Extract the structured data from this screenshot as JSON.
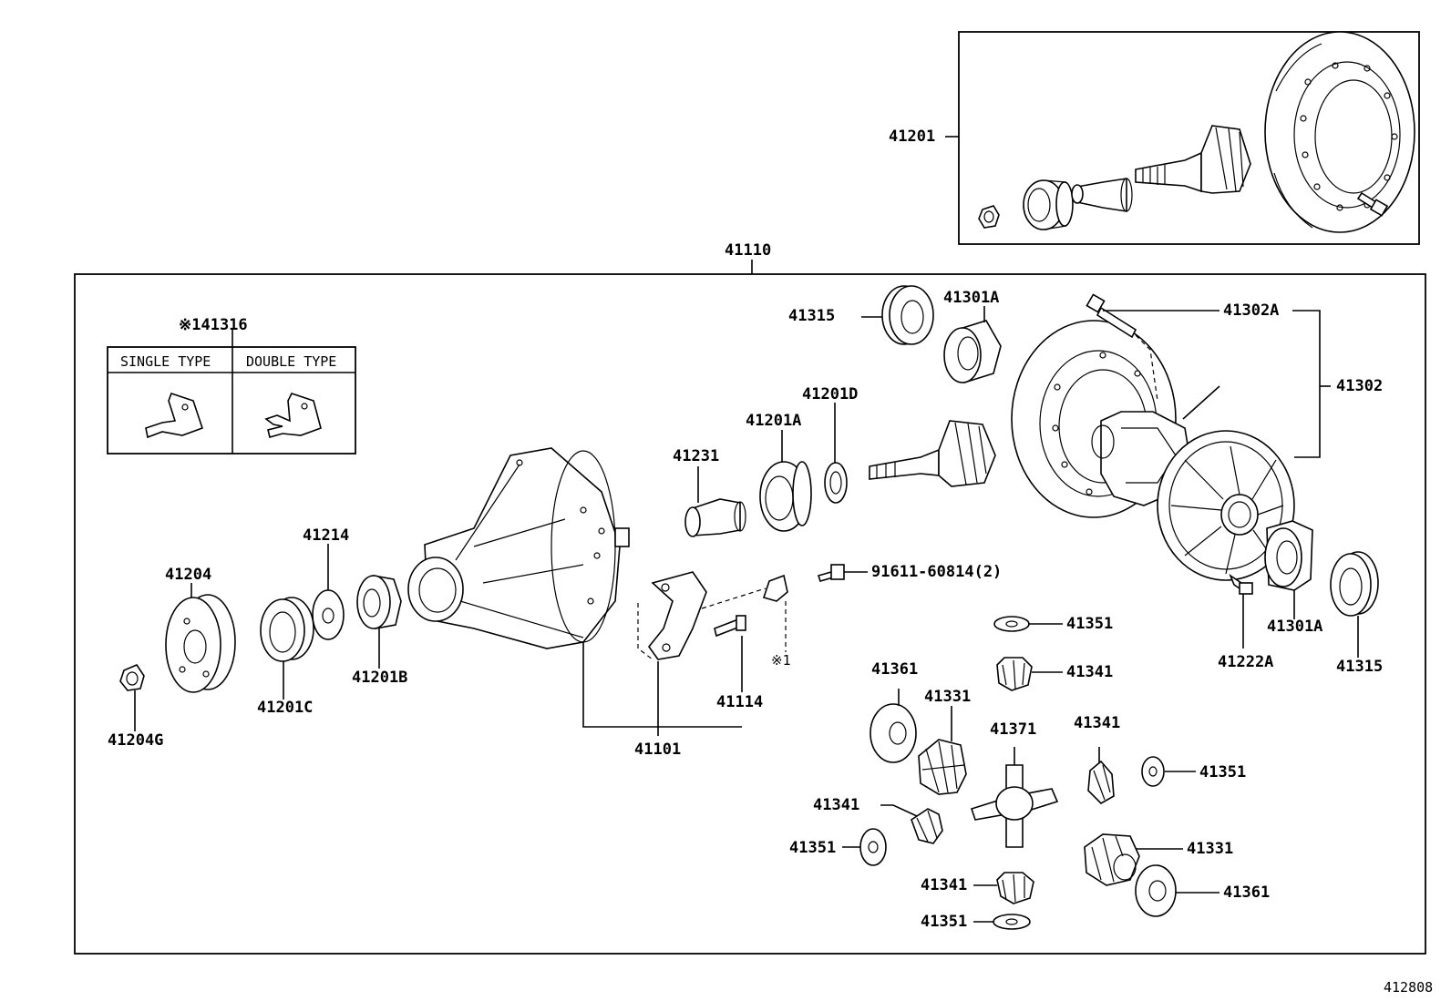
{
  "labels": {
    "l41201": "41201",
    "l41110": "41110",
    "l41316": "※141316",
    "single_type": "SINGLE TYPE",
    "double_type": "DOUBLE TYPE",
    "l41315_top": "41315",
    "l41301A_top": "41301A",
    "l41302A": "41302A",
    "l41302": "41302",
    "l41201D": "41201D",
    "l41201A": "41201A",
    "l41231": "41231",
    "l41214": "41214",
    "l41204": "41204",
    "l41201C": "41201C",
    "l41201B": "41201B",
    "l41204G": "41204G",
    "l91611": "91611-60814(2)",
    "mark1": "※1",
    "l41114": "41114",
    "l41101": "41101",
    "l41351_a": "41351",
    "l41341_a": "41341",
    "l41361_a": "41361",
    "l41331_a": "41331",
    "l41371": "41371",
    "l41341_b": "41341",
    "l41351_b": "41351",
    "l41341_c": "41341",
    "l41351_c": "41351",
    "l41331_b": "41331",
    "l41341_d": "41341",
    "l41351_d": "41351",
    "l41361_b": "41361",
    "l41222A": "41222A",
    "l41301A_bot": "41301A",
    "l41315_bot": "41315",
    "ref": "412808"
  }
}
